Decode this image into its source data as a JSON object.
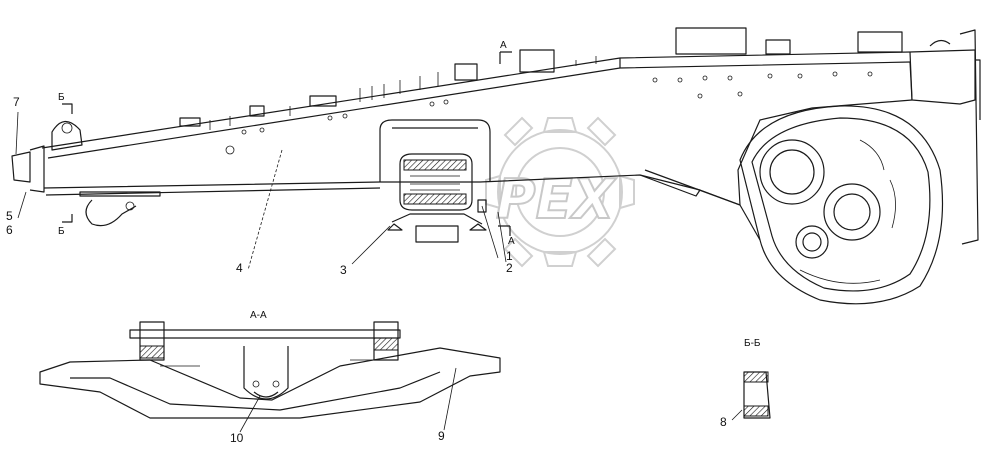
{
  "watermark": {
    "text": "PEX",
    "icon": "gear-icon"
  },
  "section_labels": {
    "aa_title": "А-А",
    "bb_title": "Б-Б",
    "cut_a_top": "А",
    "cut_a_bottom": "А",
    "cut_b_top": "Б",
    "cut_b_bottom": "Б"
  },
  "callouts": {
    "c1": "1",
    "c2": "2",
    "c3": "3",
    "c4": "4",
    "c5": "5",
    "c6": "6",
    "c7": "7",
    "c8": "8",
    "c9": "9",
    "c10": "10"
  }
}
